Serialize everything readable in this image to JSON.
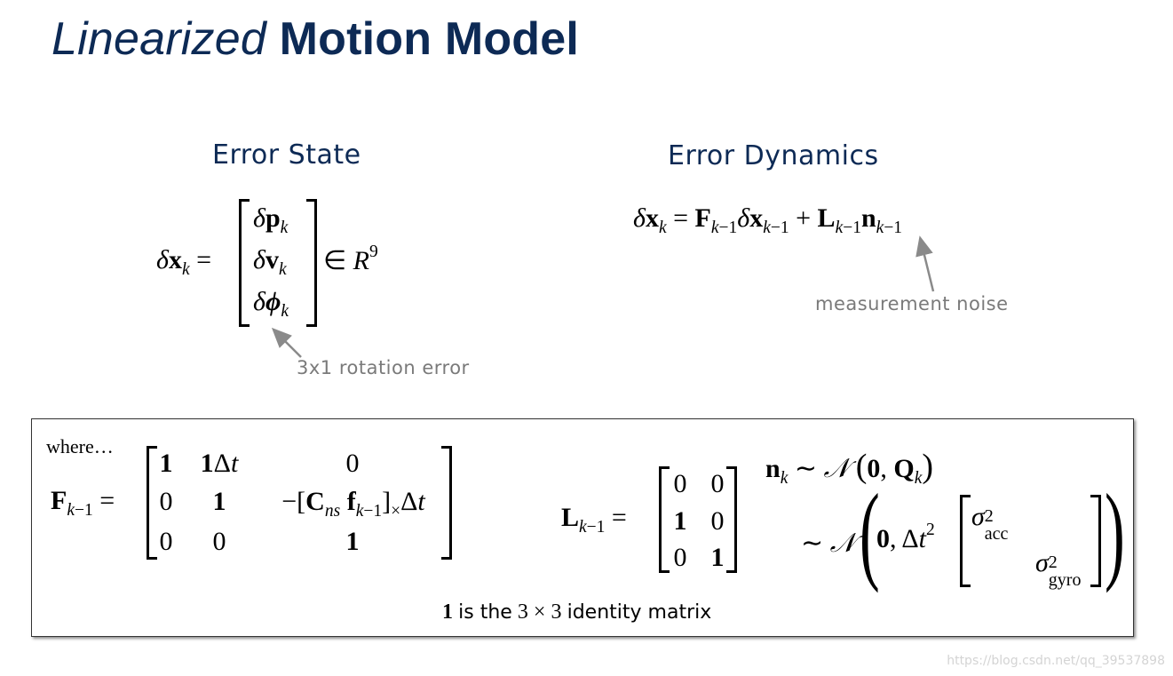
{
  "title": {
    "italic": "Linearized",
    "bold": "Motion Model"
  },
  "error_state": {
    "heading": "Error State",
    "lhs": "δx",
    "lhs_sub": "k",
    "entries": [
      {
        "delta": "δ",
        "sym": "p",
        "sub": "k"
      },
      {
        "delta": "δ",
        "sym": "v",
        "sub": "k"
      },
      {
        "delta": "δ",
        "sym": "ϕ",
        "sub": "k"
      }
    ],
    "membership": "∈",
    "space": "R",
    "space_exp": "9",
    "annotation": "3x1 rotation error"
  },
  "error_dynamics": {
    "heading": "Error Dynamics",
    "annotation": "measurement noise"
  },
  "where_label": "where…",
  "identity_note": {
    "bold_one": "1",
    "text_a": "is the",
    "dims": "3 × 3",
    "text_b": "identity matrix"
  },
  "watermark": "https://blog.csdn.net/qq_39537898",
  "colors": {
    "title": "#0d2a55",
    "annotation": "#7a7a7a",
    "arrow": "#8a8a8a"
  }
}
